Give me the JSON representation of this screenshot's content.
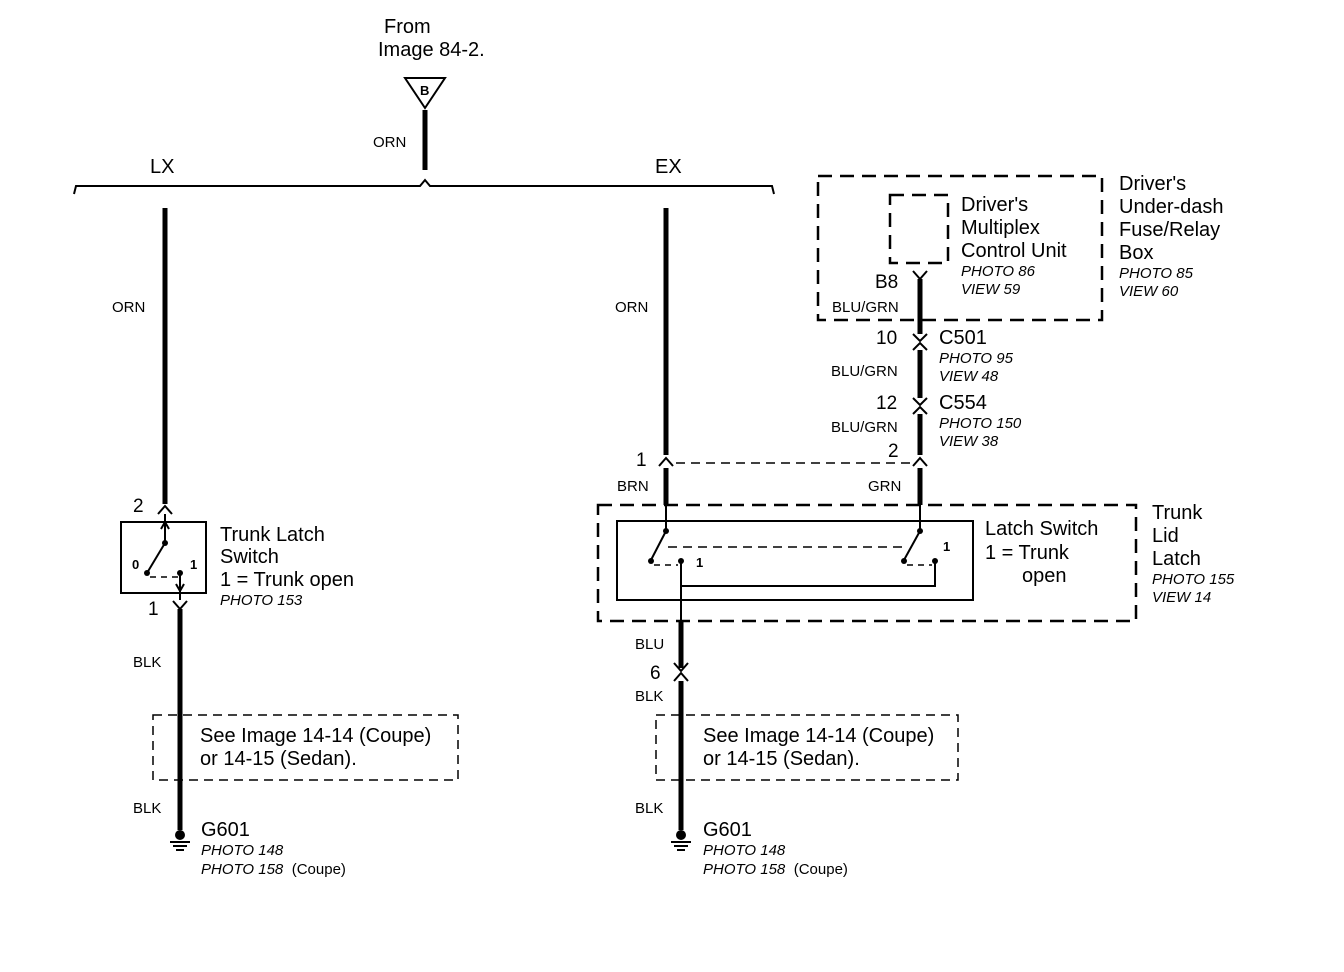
{
  "source": {
    "line1": "From",
    "line2": "Image 84-2.",
    "connector_letter": "B",
    "wire": "ORN"
  },
  "branches": {
    "lx": "LX",
    "ex": "EX"
  },
  "lx": {
    "wire_top": "ORN",
    "switch": {
      "pin_top": "2",
      "pin_bottom": "1",
      "pos0": "0",
      "pos1": "1",
      "name1": "Trunk Latch",
      "name2": "Switch",
      "state": "1 = Trunk open",
      "photo": "PHOTO 153"
    },
    "wire_bottom_1": "BLK",
    "note1": "See Image 14-14 (Coupe)",
    "note2": "or 14-15 (Sedan).",
    "wire_bottom_2": "BLK",
    "ground": {
      "name": "G601",
      "photo1": "PHOTO 148",
      "photo2": "PHOTO 158",
      "photo2_note": "(Coupe)"
    }
  },
  "ex": {
    "wire_top": "ORN",
    "pin_left": "1",
    "wire_left": "BRN",
    "latch_switch": {
      "line1": "Latch Switch",
      "line2": "1 = Trunk",
      "line3": "open",
      "pos_left": "1",
      "pos_right": "1"
    },
    "trunk_lid_latch": {
      "line1": "Trunk",
      "line2": "Lid",
      "line3": "Latch",
      "photo": "PHOTO 155",
      "view": "VIEW 14"
    },
    "wire_blu": "BLU",
    "pin_6": "6",
    "wire_blk_1": "BLK",
    "note1": "See Image 14-14 (Coupe)",
    "note2": "or 14-15 (Sedan).",
    "wire_blk_2": "BLK",
    "ground": {
      "name": "G601",
      "photo1": "PHOTO 148",
      "photo2": "PHOTO 158",
      "photo2_note": "(Coupe)"
    }
  },
  "fuse_box": {
    "line1": "Driver's",
    "line2": "Under-dash",
    "line3": "Fuse/Relay",
    "line4": "Box",
    "photo": "PHOTO 85",
    "view": "VIEW 60",
    "unit": {
      "line1": "Driver's",
      "line2": "Multiplex",
      "line3": "Control Unit",
      "photo": "PHOTO 86",
      "view": "VIEW 59"
    },
    "pin": "B8",
    "wire": "BLU/GRN"
  },
  "c501": {
    "pin": "10",
    "name": "C501",
    "photo": "PHOTO 95",
    "view": "VIEW 48",
    "wire": "BLU/GRN"
  },
  "c554": {
    "pin": "12",
    "name": "C554",
    "photo": "PHOTO 150",
    "view": "VIEW 38",
    "wire": "BLU/GRN"
  },
  "right_pin": "2",
  "right_wire": "GRN"
}
